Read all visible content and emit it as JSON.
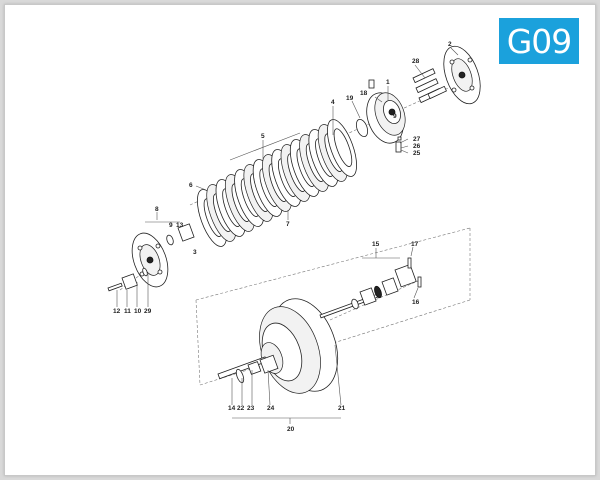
{
  "badge": {
    "code": "G09",
    "color": "#1ba1dc"
  },
  "callouts": [
    {
      "id": "c1",
      "text": "1"
    },
    {
      "id": "c2",
      "text": "2"
    },
    {
      "id": "c3",
      "text": "3"
    },
    {
      "id": "c4",
      "text": "4"
    },
    {
      "id": "c5",
      "text": "5"
    },
    {
      "id": "c6",
      "text": "6"
    },
    {
      "id": "c7",
      "text": "7"
    },
    {
      "id": "c8",
      "text": "8"
    },
    {
      "id": "c9",
      "text": "9"
    },
    {
      "id": "c9b",
      "text": "9"
    },
    {
      "id": "c10",
      "text": "10"
    },
    {
      "id": "c11",
      "text": "11"
    },
    {
      "id": "c12",
      "text": "12"
    },
    {
      "id": "c13",
      "text": "13"
    },
    {
      "id": "c14",
      "text": "14"
    },
    {
      "id": "c15",
      "text": "15"
    },
    {
      "id": "c16",
      "text": "16"
    },
    {
      "id": "c17",
      "text": "17"
    },
    {
      "id": "c18",
      "text": "18"
    },
    {
      "id": "c19",
      "text": "19"
    },
    {
      "id": "c20",
      "text": "20"
    },
    {
      "id": "c21",
      "text": "21"
    },
    {
      "id": "c22",
      "text": "22"
    },
    {
      "id": "c23",
      "text": "23"
    },
    {
      "id": "c24",
      "text": "24"
    },
    {
      "id": "c25",
      "text": "25"
    },
    {
      "id": "c26",
      "text": "26"
    },
    {
      "id": "c27",
      "text": "27"
    },
    {
      "id": "c28",
      "text": "28"
    },
    {
      "id": "c29",
      "text": "29"
    }
  ]
}
